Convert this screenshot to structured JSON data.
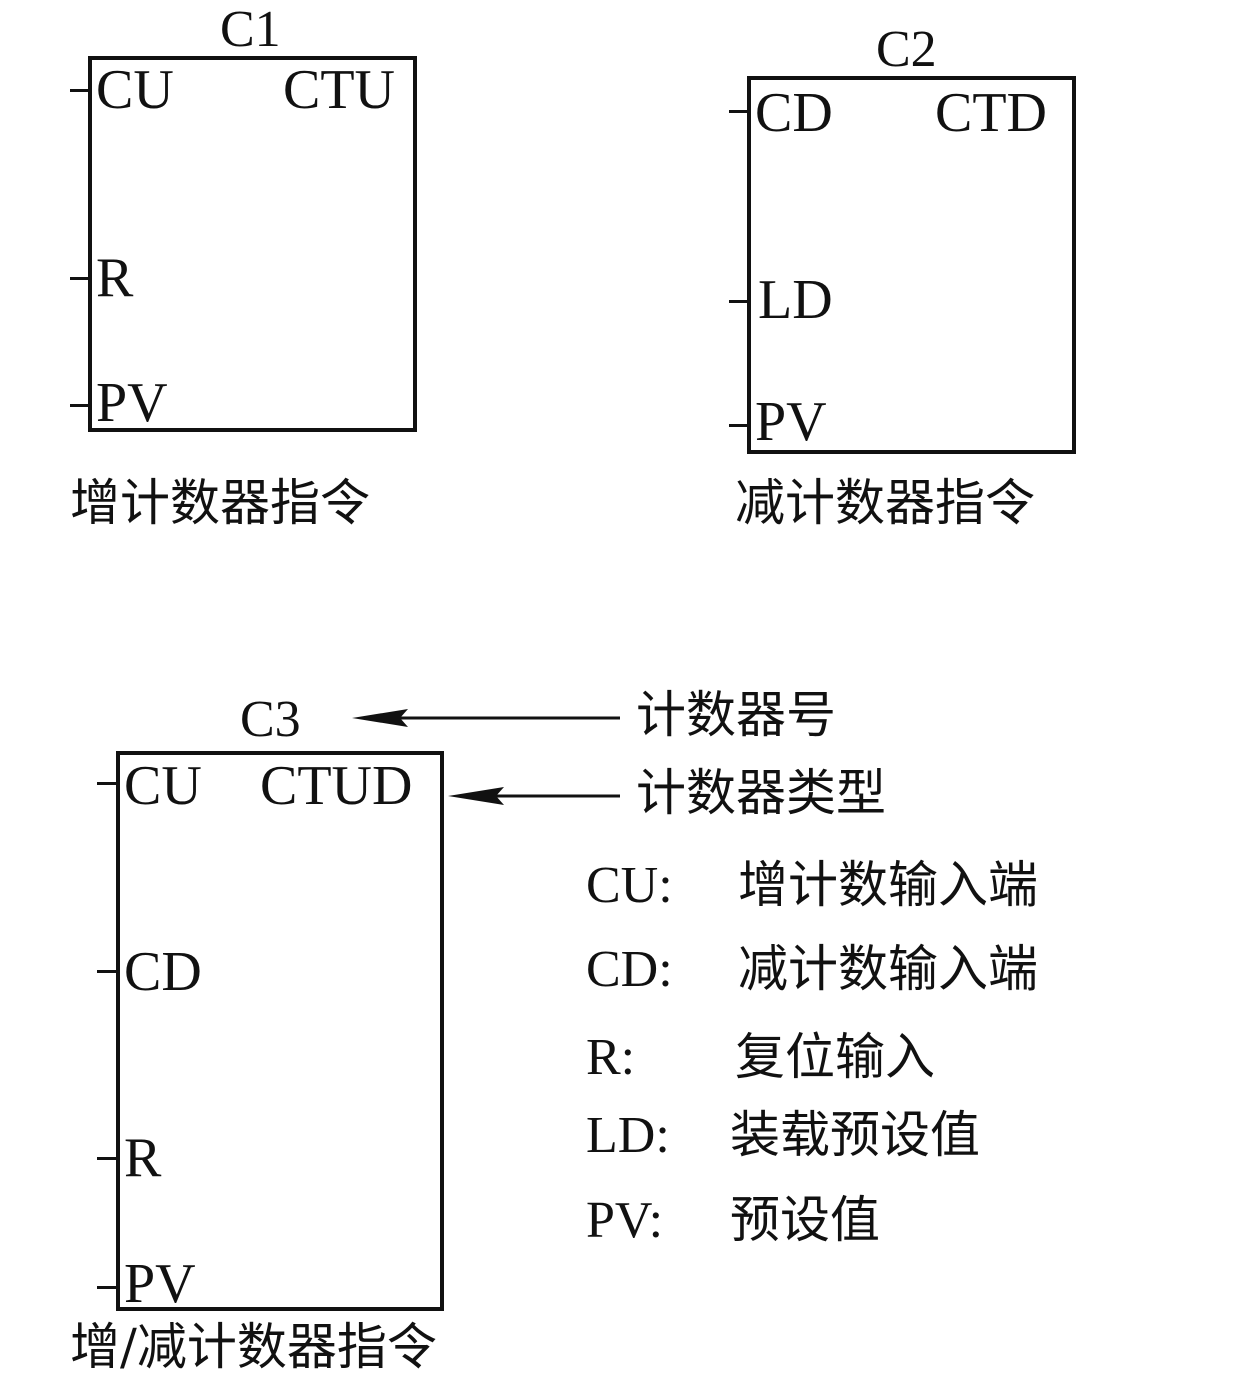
{
  "c1": {
    "name": "C1",
    "type": "CTU",
    "inputs": [
      "CU",
      "R",
      "PV"
    ],
    "caption": "增计数器指令"
  },
  "c2": {
    "name": "C2",
    "type": "CTD",
    "inputs": [
      "CD",
      "LD",
      "PV"
    ],
    "caption": "减计数器指令"
  },
  "c3": {
    "name": "C3",
    "type": "CTUD",
    "inputs": [
      "CU",
      "CD",
      "R",
      "PV"
    ],
    "caption": "增/减计数器指令"
  },
  "annotations": {
    "counter_number": "计数器号",
    "counter_type": "计数器类型"
  },
  "legend": [
    {
      "key": "CU:",
      "value": "增计数输入端"
    },
    {
      "key": "CD:",
      "value": "减计数输入端"
    },
    {
      "key": "R:",
      "value": "复位输入"
    },
    {
      "key": "LD:",
      "value": "装载预设值"
    },
    {
      "key": "PV:",
      "value": "预设值"
    }
  ]
}
